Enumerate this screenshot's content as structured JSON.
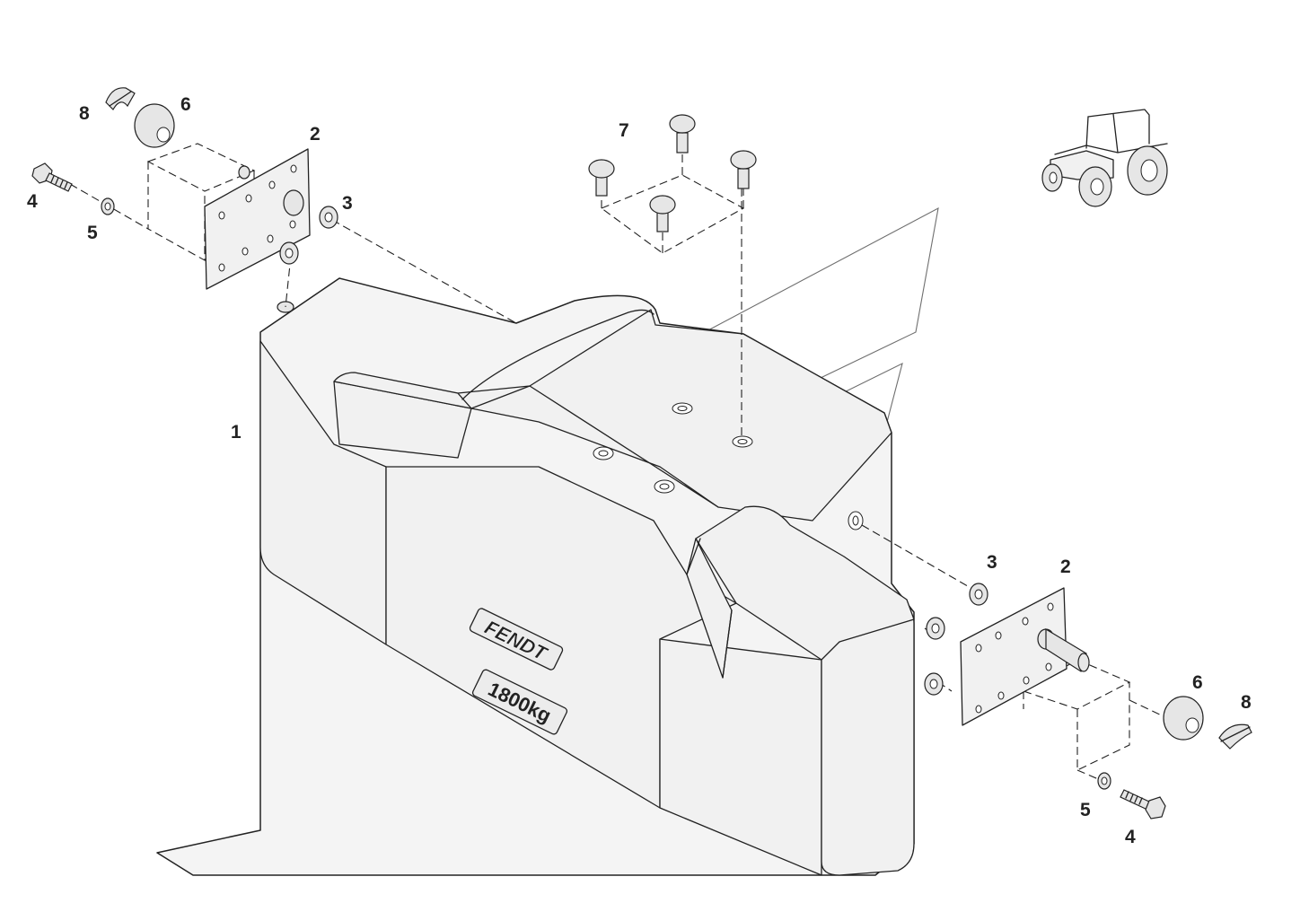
{
  "diagram": {
    "brand_label": "FENDT",
    "weight_label": "1800kg",
    "callouts": {
      "weight_body": "1",
      "left_plate": "2",
      "left_spacer": "3",
      "left_bolt": "4",
      "left_washer": "5",
      "left_ball": "6",
      "studs": "7",
      "left_clip": "8",
      "right_spacer": "3",
      "right_plate": "2",
      "right_ball": "6",
      "right_clip": "8",
      "right_washer": "5",
      "right_bolt": "4"
    }
  }
}
